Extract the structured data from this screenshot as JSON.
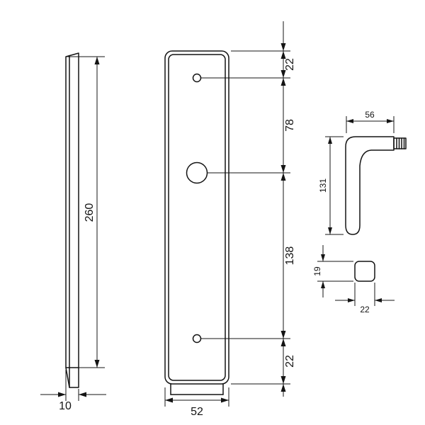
{
  "colors": {
    "line": "#141414",
    "background": "#ffffff"
  },
  "views": {
    "side_view": {
      "description": "plate-profile-side-view",
      "dims": {
        "height": "260",
        "thickness": "10"
      }
    },
    "front_view": {
      "description": "plate-front-view-with-holes",
      "dims": {
        "width": "52",
        "seg_top": "22",
        "seg_upper": "78",
        "seg_lower": "138",
        "seg_bottom": "22"
      }
    },
    "handle_view": {
      "description": "lever-handle-side-view",
      "dims": {
        "length": "56",
        "height": "131"
      }
    },
    "section_view": {
      "description": "handle-cross-section",
      "dims": {
        "height": "19",
        "width": "22"
      }
    }
  }
}
